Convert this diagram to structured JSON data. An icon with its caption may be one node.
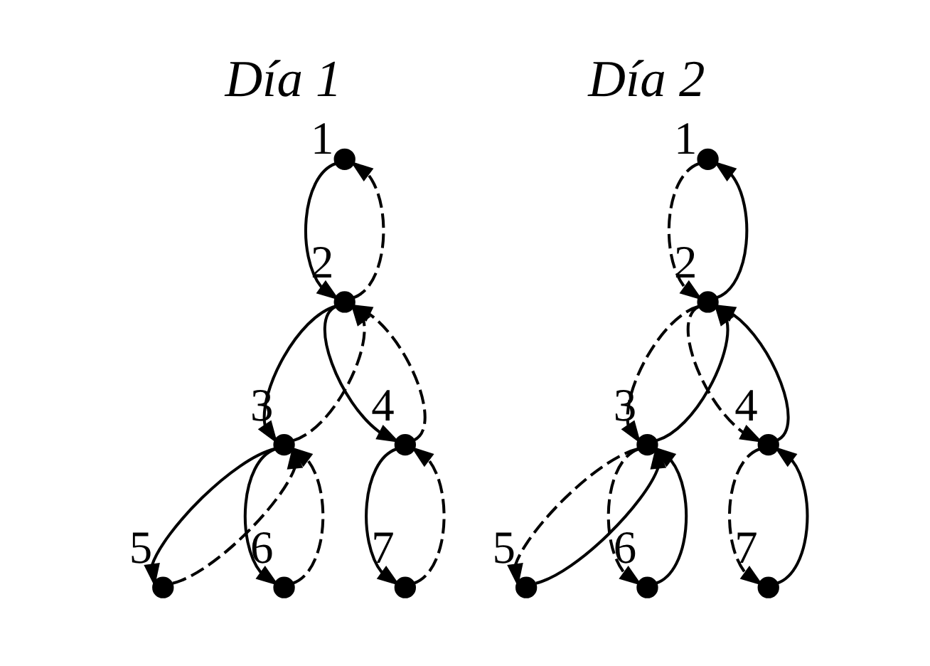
{
  "diagram": {
    "nodes": [
      {
        "text": [],
        "shape": "circle",
        "beside": [
          "1"
        ]
      },
      {
        "text": [],
        "shape": "circle",
        "beside": [
          "2"
        ]
      },
      {
        "text": [],
        "shape": "circle",
        "beside": [
          "3"
        ]
      },
      {
        "text": [],
        "shape": "circle",
        "beside": [
          "4"
        ]
      },
      {
        "text": [],
        "shape": "circle",
        "beside": [
          "5"
        ]
      },
      {
        "text": [],
        "shape": "circle",
        "beside": [
          "6"
        ]
      },
      {
        "text": [],
        "shape": "circle",
        "beside": [
          "7"
        ]
      },
      {
        "text": [],
        "shape": "circle",
        "beside": [
          "1"
        ]
      },
      {
        "text": [],
        "shape": "circle",
        "beside": [
          "2"
        ]
      },
      {
        "text": [],
        "shape": "circle",
        "beside": [
          "3"
        ]
      },
      {
        "text": [],
        "shape": "circle",
        "beside": [
          "4"
        ]
      },
      {
        "text": [],
        "shape": "circle",
        "beside": [
          "5"
        ]
      },
      {
        "text": [],
        "shape": "circle",
        "beside": [
          "6"
        ]
      },
      {
        "text": [],
        "shape": "circle",
        "beside": [
          "7"
        ]
      }
    ],
    "edges": [
      {
        "from": 0,
        "to": 1,
        "arrow": "to"
      },
      {
        "from": 1,
        "to": 0,
        "arrow": "to",
        "style": "dashed"
      },
      {
        "from": 1,
        "to": 2,
        "arrow": "to"
      },
      {
        "from": 2,
        "to": 1,
        "arrow": "to",
        "style": "dashed"
      },
      {
        "from": 1,
        "to": 3,
        "arrow": "to"
      },
      {
        "from": 3,
        "to": 1,
        "arrow": "to",
        "style": "dashed"
      },
      {
        "from": 2,
        "to": 4,
        "arrow": "to"
      },
      {
        "from": 4,
        "to": 2,
        "arrow": "to",
        "style": "dashed"
      },
      {
        "from": 2,
        "to": 5,
        "arrow": "to"
      },
      {
        "from": 5,
        "to": 2,
        "arrow": "to",
        "style": "dashed"
      },
      {
        "from": 3,
        "to": 6,
        "arrow": "to"
      },
      {
        "from": 6,
        "to": 3,
        "arrow": "to",
        "style": "dashed"
      },
      {
        "from": 7,
        "to": 8,
        "arrow": "to",
        "style": "dashed"
      },
      {
        "from": 8,
        "to": 7,
        "arrow": "to"
      },
      {
        "from": 8,
        "to": 9,
        "arrow": "to",
        "style": "dashed"
      },
      {
        "from": 9,
        "to": 8,
        "arrow": "to"
      },
      {
        "from": 8,
        "to": 10,
        "arrow": "to",
        "style": "dashed"
      },
      {
        "from": 10,
        "to": 8,
        "arrow": "to"
      },
      {
        "from": 9,
        "to": 11,
        "arrow": "to",
        "style": "dashed"
      },
      {
        "from": 11,
        "to": 9,
        "arrow": "to"
      },
      {
        "from": 9,
        "to": 12,
        "arrow": "to",
        "style": "dashed"
      },
      {
        "from": 12,
        "to": 9,
        "arrow": "to"
      },
      {
        "from": 10,
        "to": 13,
        "arrow": "to",
        "style": "dashed"
      },
      {
        "from": 13,
        "to": 10,
        "arrow": "to"
      }
    ],
    "labels": [
      "Día 1",
      "Día 2"
    ]
  }
}
